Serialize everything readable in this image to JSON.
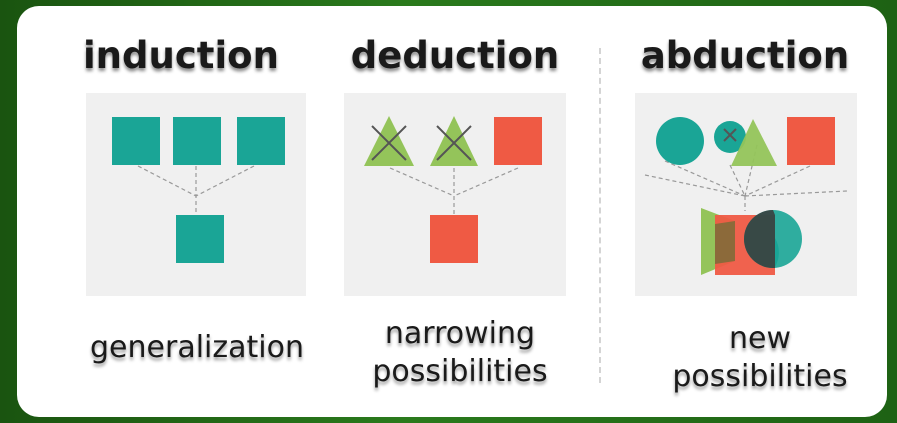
{
  "columns": [
    {
      "heading": "induction",
      "caption_line1": "generalization",
      "caption_line2": ""
    },
    {
      "heading": "deduction",
      "caption_line1": "narrowing",
      "caption_line2": "possibilities"
    },
    {
      "heading": "abduction",
      "caption_line1": "new",
      "caption_line2": "possibilities"
    }
  ],
  "colors": {
    "frame": "#2a7a1c",
    "teal": "#1aa596",
    "red": "#ef5a44",
    "green": "#94c45a",
    "dark": "#3a3a3a",
    "panel": "#f0f0f0"
  },
  "icons": [
    "square-shape",
    "triangle-shape",
    "circle-shape",
    "cross-mark"
  ]
}
